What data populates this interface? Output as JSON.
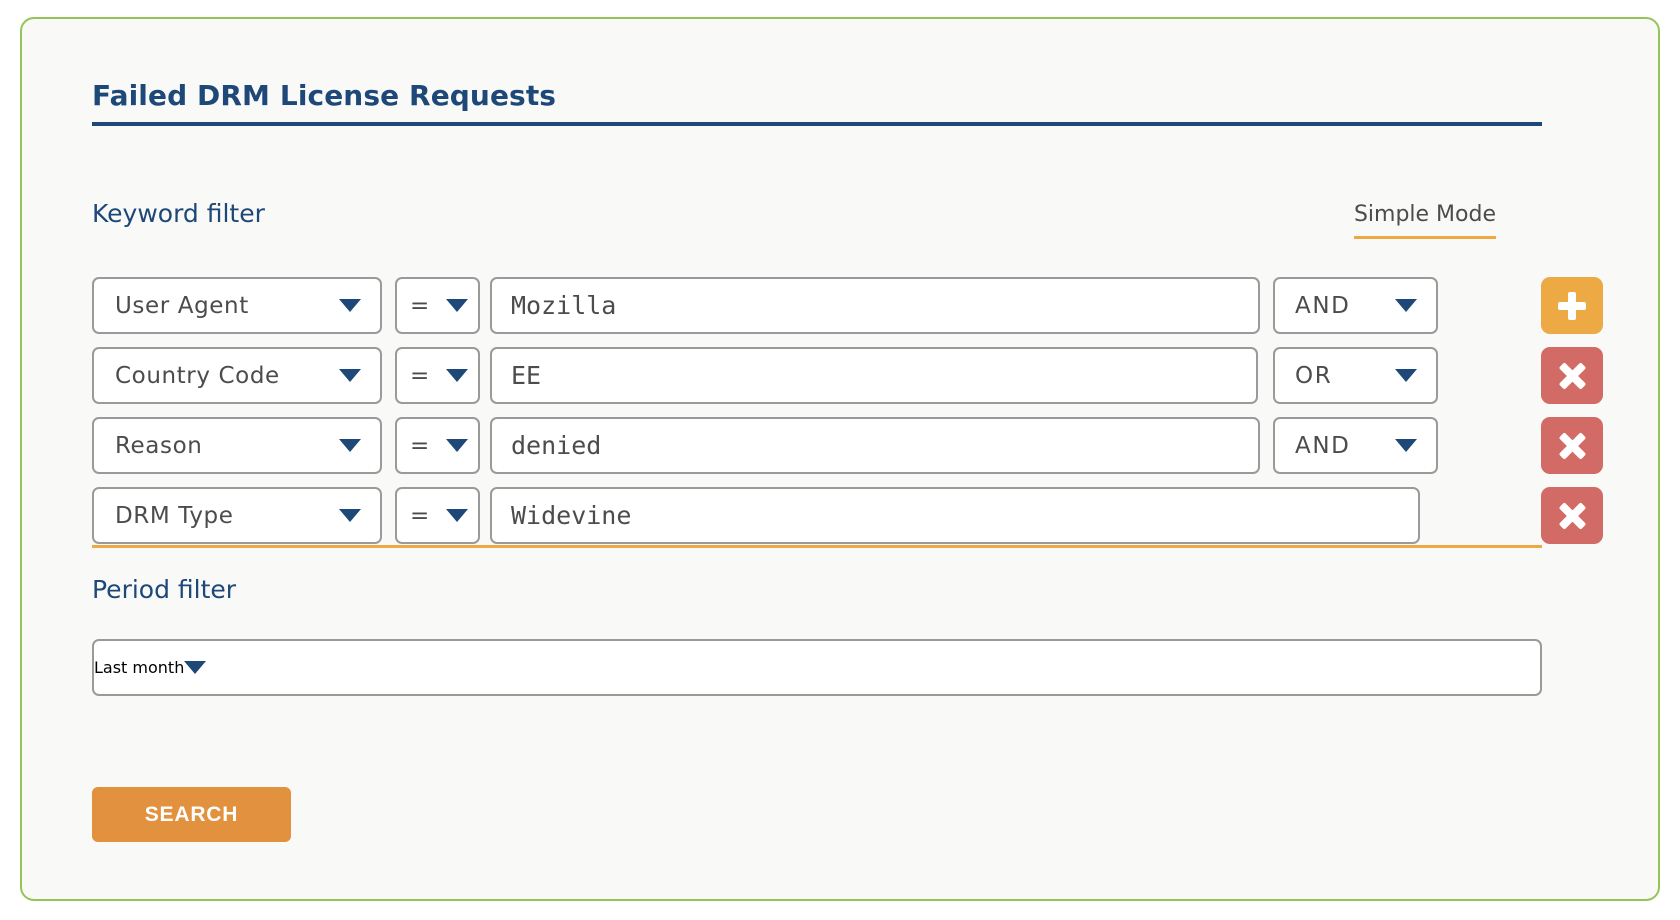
{
  "panel": {
    "title": "Failed DRM License Requests",
    "border_color": "#93c456",
    "background_color": "#f9f9f7",
    "accent_navy": "#1d4878",
    "accent_orange": "#eda943",
    "delete_red": "#d26a66",
    "search_orange": "#e2913e"
  },
  "keyword_filter": {
    "label": "Keyword filter",
    "mode_toggle_label": "Simple Mode",
    "rows": [
      {
        "field": "User Agent",
        "operator": "=",
        "value": "Mozilla",
        "logic": "AND",
        "action": "add",
        "action_label": "+"
      },
      {
        "field": "Country Code",
        "operator": "=",
        "value": "EE",
        "logic": "OR",
        "action": "delete",
        "action_label": "×"
      },
      {
        "field": "Reason",
        "operator": "=",
        "value": "denied",
        "logic": "AND",
        "action": "delete",
        "action_label": "×"
      },
      {
        "field": "DRM Type",
        "operator": "=",
        "value": "Widevine",
        "logic": null,
        "action": "delete",
        "action_label": "×"
      }
    ]
  },
  "period_filter": {
    "label": "Period filter",
    "selected": "Last month"
  },
  "actions": {
    "search_label": "SEARCH"
  },
  "icons": {
    "chevron_down": "chevron-down-icon",
    "plus": "plus-icon",
    "close": "close-icon"
  }
}
